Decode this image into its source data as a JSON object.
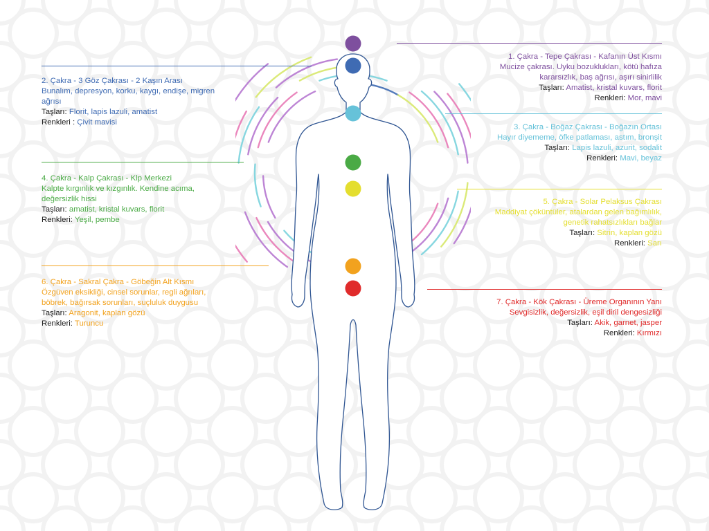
{
  "colors": {
    "crown": "#7e4f9e",
    "third_eye": "#3f6bb3",
    "throat": "#66c2d9",
    "heart": "#4aaa45",
    "solar": "#e4de2f",
    "sacral": "#f2a21e",
    "root": "#e02b2b",
    "body_outline": "#2f5592",
    "label_dark": "#1a1a1a"
  },
  "chakras": [
    {
      "id": "crown",
      "title": "1. Çakra - Tepe Çakrası - Kafanın Üst Kısmı",
      "desc_lines": [
        "Mucize çakrası. Uyku bozuklukları, kötü hafıza",
        "kararsızlık, baş ağrısı, aşırı sinirlilik"
      ],
      "stones_label": "Taşları:",
      "stones": "Amatist, kristal kuvars, florit",
      "colors_label": "Renkleri:",
      "colors_value": "Mor, mavi"
    },
    {
      "id": "third_eye",
      "title": "2. Çakra - 3 Göz Çakrası - 2 Kaşın Arası",
      "desc_lines": [
        "Bunalım, depresyon, korku, kaygı, endişe, migren",
        "ağrısı"
      ],
      "stones_label": "Taşları:",
      "stones": "Florit, lapis lazuli, amatist",
      "colors_label": "Renkleri :",
      "colors_value": "Çivit mavisi"
    },
    {
      "id": "throat",
      "title": "3. Çakra - Boğaz Çakrası - Boğazın Ortası",
      "desc_lines": [
        "Hayır diyememe, öfke patlaması, astım, bronşit"
      ],
      "stones_label": "Taşları:",
      "stones": "Lapis lazuli, azurit, sodalit",
      "colors_label": "Renkleri:",
      "colors_value": "Mavi, beyaz"
    },
    {
      "id": "heart",
      "title": "4. Çakra - Kalp Çakrası - Klp Merkezi",
      "desc_lines": [
        "Kalpte kırgınlık ve kızgınlık. Kendine acıma,",
        "değersizlik hissi"
      ],
      "stones_label": "Taşları:",
      "stones": "amatist, kristal kuvars, florit",
      "colors_label": "Renkleri:",
      "colors_value": "Yeşil, pembe"
    },
    {
      "id": "solar",
      "title": "5. Çakra - Solar Pelaksus Çakrası",
      "desc_lines": [
        "Maddiyat çöküntüler, atalardan gelen bağımlılık,",
        "genetik rahatsızlıkları bağlar"
      ],
      "stones_label": "Taşları:",
      "stones": "Sitrin, kaplan gözü",
      "colors_label": "Renkleri:",
      "colors_value": "Sarı"
    },
    {
      "id": "sacral",
      "title": "6. Çakra - Sakral Çakra - Göbeğin Alt Kısmı",
      "desc_lines": [
        "Özgüven eksikliği, cinsel sorunlar, regli ağrıları,",
        "böbrek, bağırsak sorunları, suçluluk duygusu"
      ],
      "stones_label": "Taşları:",
      "stones": "Aragonit, kaplan gözü",
      "colors_label": "Renkleri:",
      "colors_value": "Turuncu"
    },
    {
      "id": "root",
      "title": "7. Çakra - Kök Çakrası - Üreme Organının Yanı",
      "desc_lines": [
        "Sevgisizlik, değersizlik, eşil diril dengesizliği"
      ],
      "stones_label": "Taşları:",
      "stones": "Akik, garnet, jasper",
      "colors_label": "Renkleri:",
      "colors_value": "Kırmızı"
    }
  ]
}
